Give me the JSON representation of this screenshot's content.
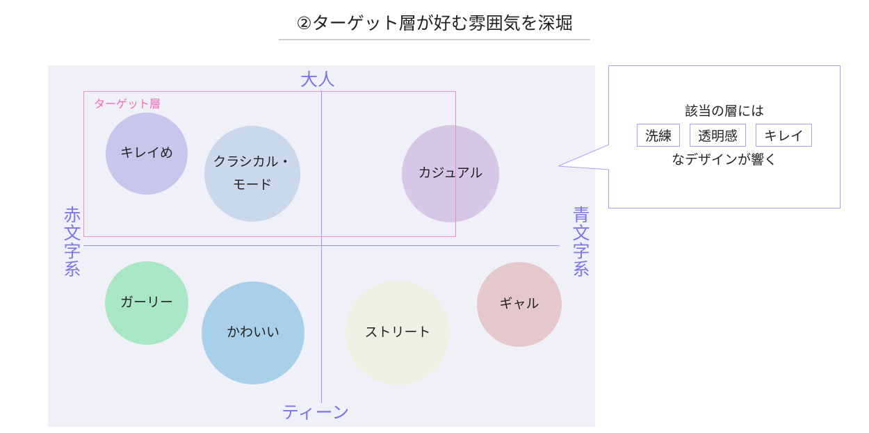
{
  "title": "②ターゲット層が好む雰囲気を深堀",
  "axes": {
    "top": "大人",
    "bottom": "ティーン",
    "left": "赤文字系",
    "right": "青文字系"
  },
  "target_label": "ターゲット層",
  "circles": [
    {
      "label": "キレイめ",
      "color": "#c8c6ec"
    },
    {
      "label": "クラシカル・\nモード",
      "color": "#c9d8ea"
    },
    {
      "label": "カジュアル",
      "color": "#d8c6e6"
    },
    {
      "label": "ガーリー",
      "color": "#a8e6c4"
    },
    {
      "label": "かわいい",
      "color": "#a9d0ea"
    },
    {
      "label": "ストリート",
      "color": "#f0f0e2"
    },
    {
      "label": "ギャル",
      "color": "#e4c8cc"
    }
  ],
  "callout": {
    "line1": "該当の層には",
    "tags": [
      "洗練",
      "透明感",
      "キレイ"
    ],
    "line2": "なデザインが響く"
  }
}
